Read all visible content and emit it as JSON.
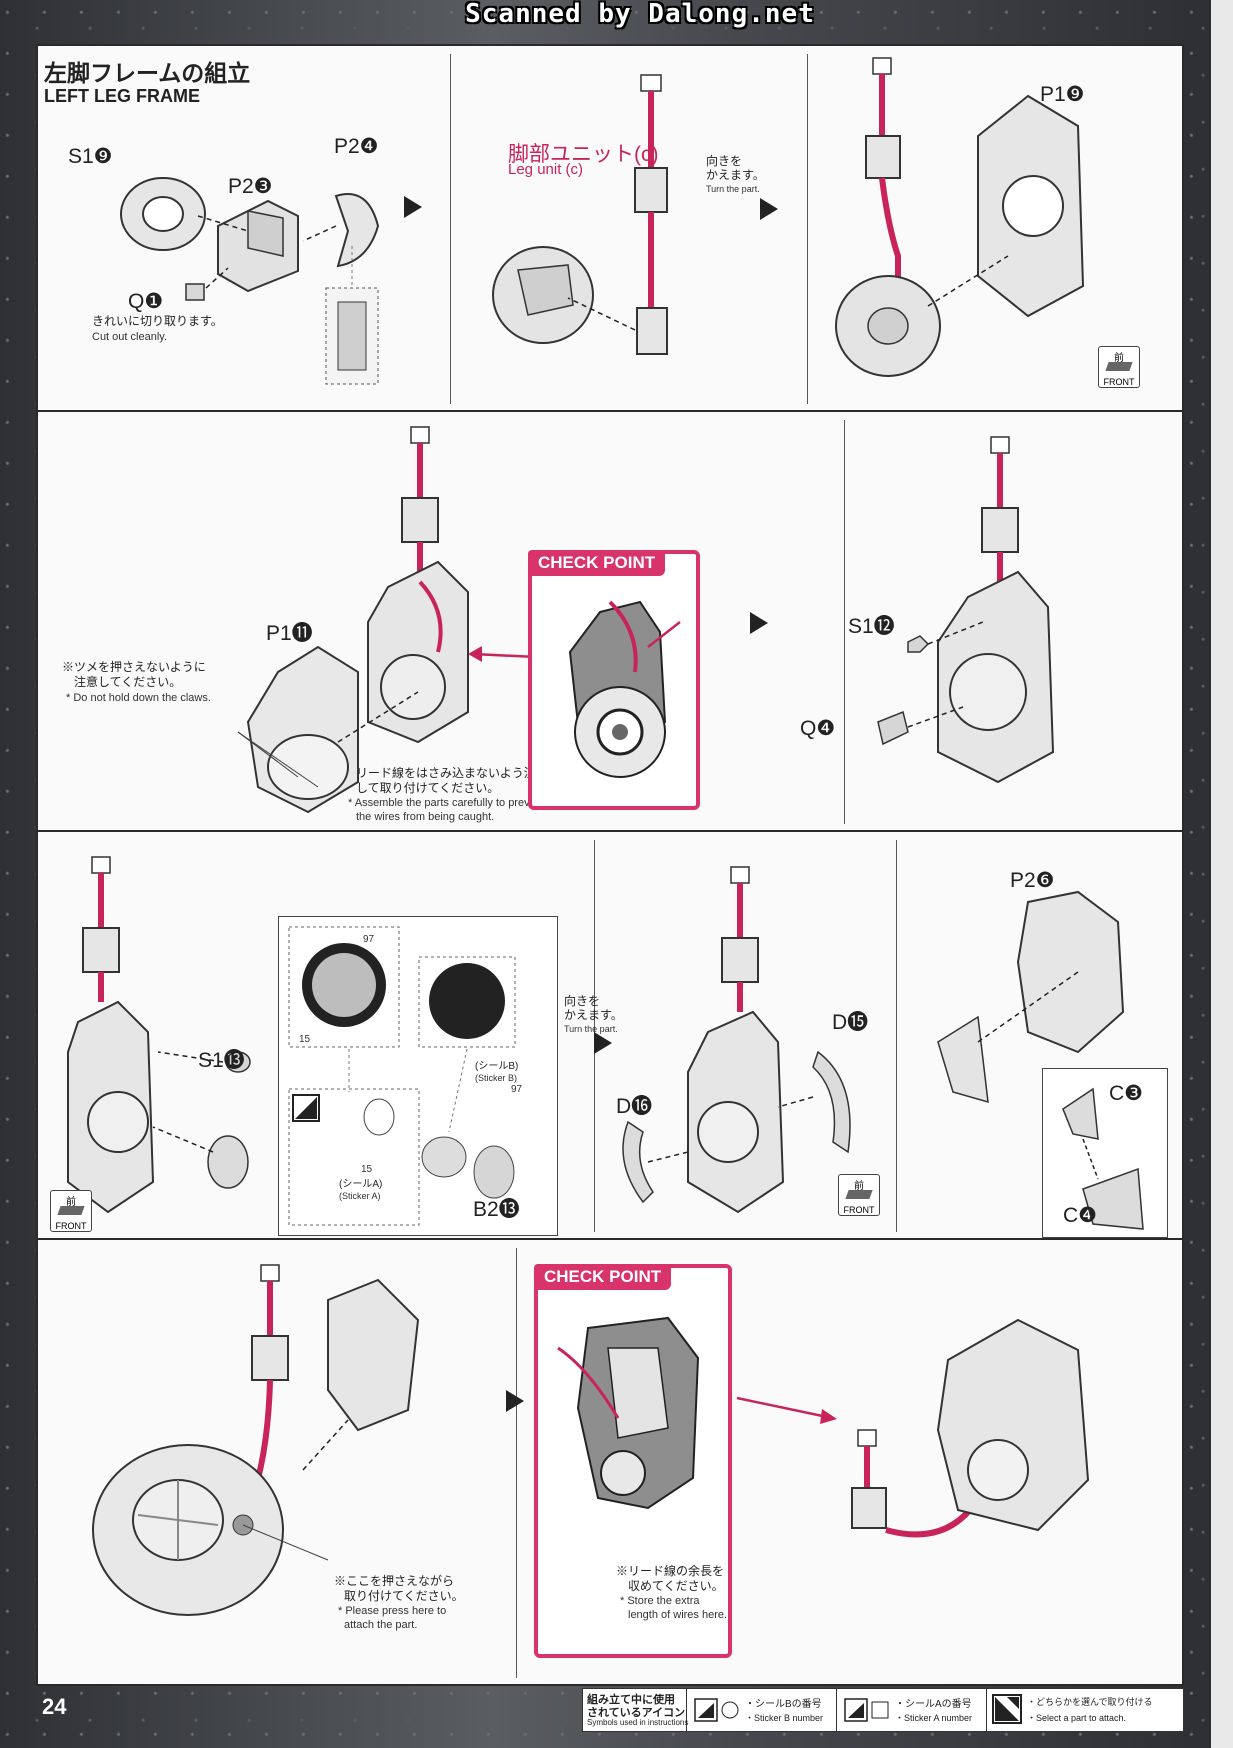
{
  "scan_banner": "Scanned by Dalong.net",
  "page_number": "24",
  "section": {
    "title_jp": "左脚フレームの組立",
    "title_en": "LEFT LEG FRAME"
  },
  "step1": {
    "parts": {
      "s1_9": "S1❾",
      "p2_4": "P2❹",
      "p2_3": "P2❸",
      "q1": "Q❶"
    },
    "note_jp": "きれいに切り取ります。",
    "note_en": "Cut out cleanly."
  },
  "step2": {
    "unit_jp": "脚部ユニット(c)",
    "unit_en": "Leg unit (c)"
  },
  "step3": {
    "turn_jp_1": "向きを",
    "turn_jp_2": "かえます。",
    "turn_en": "Turn the part.",
    "part": "P1❾"
  },
  "front": {
    "kanji": "前",
    "label": "FRONT"
  },
  "step4": {
    "part": "P1⓫",
    "claw_jp_1": "※ツメを押さえないように",
    "claw_jp_2": "注意してください。",
    "claw_en": "* Do not hold down the claws.",
    "wire_jp_1": "※リード線をはさみ込まないよう注意",
    "wire_jp_2": "して取り付けてください。",
    "wire_en_1": "* Assemble the parts carefully to prevent",
    "wire_en_2": "the wires from being caught."
  },
  "check_point": "CHECK POINT",
  "step5": {
    "s1_12": "S1⓬",
    "q4": "Q❹"
  },
  "step6": {
    "s1_13": "S1⓭",
    "b2_13": "B2⓭",
    "sticker_b_jp": "(シールB)",
    "sticker_b_en": "(Sticker B)",
    "sticker_a_jp": "(シールA)",
    "sticker_a_en": "(Sticker A)",
    "num_97": "97",
    "num_15": "15"
  },
  "step7": {
    "turn_jp_1": "向きを",
    "turn_jp_2": "かえます。",
    "turn_en": "Turn the part.",
    "d15": "D⓯",
    "d16": "D⓰"
  },
  "step8": {
    "p2_6": "P2❻",
    "c3": "C❸",
    "c4": "C❹"
  },
  "step9": {
    "press_jp_1": "※ここを押さえながら",
    "press_jp_2": "取り付けてください。",
    "press_en_1": "* Please press here to",
    "press_en_2": "attach the part.",
    "store_jp_1": "※リード線の余長を",
    "store_jp_2": "収めてください。",
    "store_en_1": "* Store the extra",
    "store_en_2": "length of wires here."
  },
  "legend": {
    "title_jp_1": "組み立て中に使用",
    "title_jp_2": "されているアイコン",
    "title_en": "Symbols used in instructions",
    "b_jp": "・シールBの番号",
    "b_en": "・Sticker B number",
    "a_jp": "・シールAの番号",
    "a_en": "・Sticker A number",
    "sel_jp": "・どちらかを選んで取り付ける",
    "sel_en": "・Select a part to attach."
  },
  "colors": {
    "accent": "#d8336b",
    "wire": "#c8245a",
    "frame": "#2a2a2a"
  }
}
